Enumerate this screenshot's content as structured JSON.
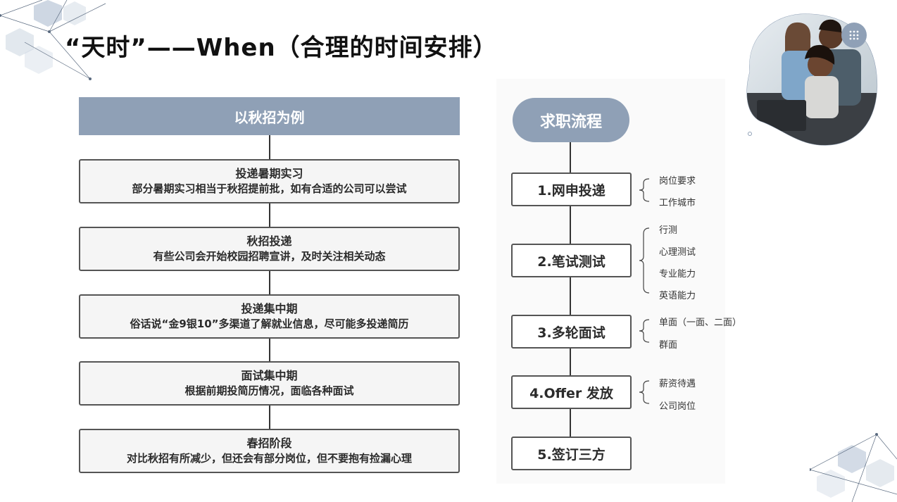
{
  "title": "“天时”——When（合理的时间安排）",
  "left": {
    "header": "以秋招为例",
    "steps": [
      {
        "title": "投递暑期实习",
        "desc": "部分暑期实习相当于秋招提前批，如有合适的公司可以尝试"
      },
      {
        "title": "秋招投递",
        "desc": "有些公司会开始校园招聘宣讲，及时关注相关动态"
      },
      {
        "title": "投递集中期",
        "desc": "俗话说“金9银10”多渠道了解就业信息，尽可能多投递简历"
      },
      {
        "title": "面试集中期",
        "desc": "根据前期投简历情况，面临各种面试"
      },
      {
        "title": "春招阶段",
        "desc": "对比秋招有所减少，但还会有部分岗位，但不要抱有捡漏心理"
      }
    ]
  },
  "flow": {
    "header": "求职流程",
    "steps": [
      {
        "label": "1.网申投递",
        "subs": [
          "岗位要求",
          "工作城市"
        ]
      },
      {
        "label": "2.笔试测试",
        "subs": [
          "行测",
          "心理测试",
          "专业能力",
          "英语能力"
        ]
      },
      {
        "label": "3.多轮面试",
        "subs": [
          "单面（一面、二面）",
          "群面"
        ]
      },
      {
        "label": "4.Offer 发放",
        "subs": [
          "薪资待遇",
          "公司岗位"
        ]
      },
      {
        "label": "5.签订三方",
        "subs": []
      }
    ]
  },
  "colors": {
    "accent": "#8fa0b6",
    "border": "#555555",
    "line": "#333333"
  },
  "icons": {
    "photo_badge": "grid-dots-icon"
  }
}
